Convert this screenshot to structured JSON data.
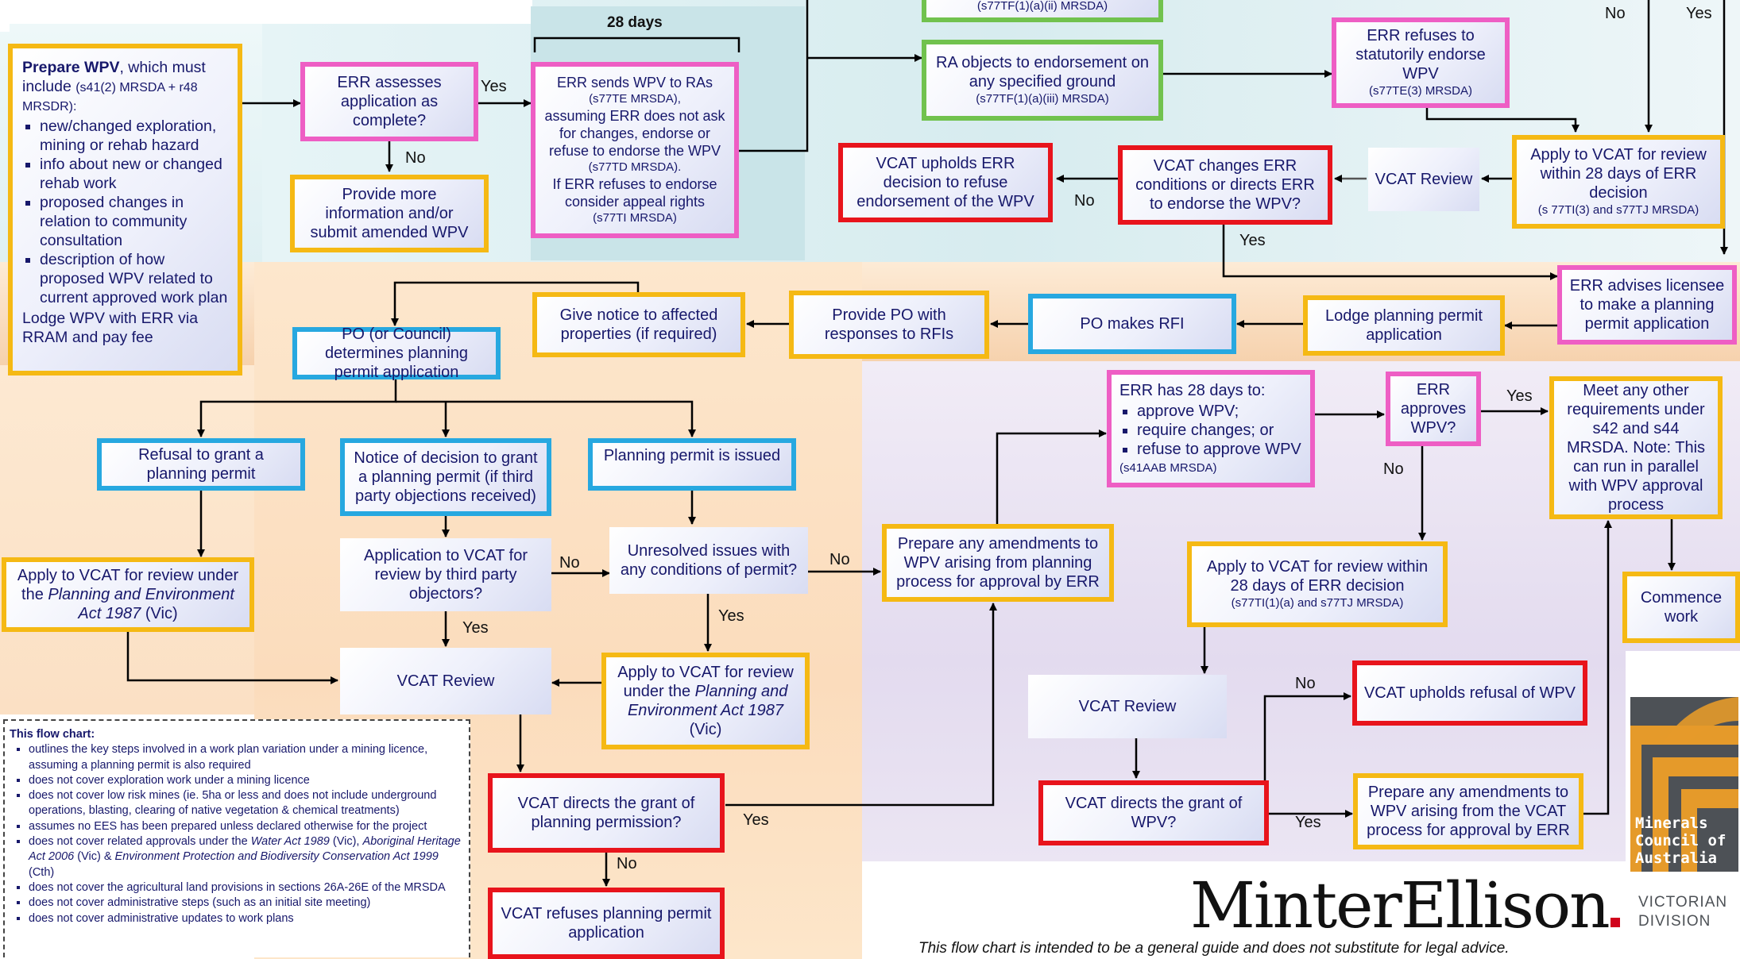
{
  "timeline": {
    "label": "28 days"
  },
  "nodes": {
    "prepare_wpv": {
      "title": "Prepare WPV",
      "title_rest": ", which must include",
      "ref": "(s41(2) MRSDA + r48 MRSDR):",
      "bullets": [
        "new/changed exploration, mining or rehab hazard",
        "info about new or changed rehab work",
        "proposed changes in relation to community consultation",
        "description of how proposed WPV related to current approved work plan"
      ],
      "footer": "Lodge WPV with ERR via RRAM and pay fee"
    },
    "err_assesses": {
      "text": "ERR assesses application as complete?"
    },
    "provide_info": {
      "text": "Provide more information and/or submit amended WPV"
    },
    "err_sends": {
      "line1": "ERR sends WPV to RAs",
      "ref1": "(s77TE MRSDA),",
      "line2": "assuming ERR does not ask for changes, endorse or refuse to endorse the WPV",
      "ref2": "(s77TD MRSDA).",
      "line3": "If ERR refuses to endorse consider appeal rights",
      "ref3": "(s77TI MRSDA)"
    },
    "top_green_partial": {
      "ref": "(s77TF(1)(a)(ii) MRSDA)"
    },
    "ra_objects": {
      "text": "RA objects to endorsement on any specified ground",
      "ref": "(s77TF(1)(a)(iii) MRSDA)"
    },
    "err_refuses": {
      "text": "ERR refuses to statutorily endorse WPV",
      "ref": "(s77TE(3) MRSDA)"
    },
    "apply_vcat_28": {
      "text": "Apply to VCAT for review within 28 days of ERR decision",
      "ref": "(s 77TI(3) and s77TJ MRSDA)"
    },
    "vcat_review_top": {
      "text": "VCAT Review"
    },
    "vcat_changes": {
      "text": "VCAT changes ERR conditions or directs ERR to endorse the WPV?"
    },
    "vcat_upholds_endorse": {
      "text": "VCAT upholds ERR decision to refuse endorsement of the WPV"
    },
    "err_advises": {
      "text": "ERR advises licensee to make a planning permit application"
    },
    "lodge_pp": {
      "text": "Lodge planning permit application"
    },
    "po_rfi": {
      "text": "PO makes RFI"
    },
    "provide_po": {
      "text": "Provide PO with responses to RFIs"
    },
    "give_notice": {
      "text": "Give notice to affected properties (if required)"
    },
    "po_determines": {
      "text": "PO (or Council) determines planning permit application"
    },
    "refusal_pp": {
      "text": "Refusal to grant a planning permit"
    },
    "notice_decision": {
      "text": "Notice of decision to grant a planning permit (if third party objections received)"
    },
    "pp_issued": {
      "text": "Planning permit is issued"
    },
    "apply_vcat_pe": {
      "text_pre": "Apply to VCAT for review under the ",
      "text_it": "Planning and Environment Act 1987",
      "text_post": " (Vic)"
    },
    "app_vcat_third": {
      "text": "Application to VCAT for review by third party objectors?"
    },
    "unresolved": {
      "text": "Unresolved issues with any conditions of permit?"
    },
    "apply_vcat_pe2": {
      "text_pre": "Apply to VCAT for review under the ",
      "text_it": "Planning and Environment Act 1987",
      "text_post": " (Vic)"
    },
    "vcat_review_mid": {
      "text": "VCAT Review"
    },
    "vcat_directs_pp": {
      "text": "VCAT directs the grant of planning permission?"
    },
    "vcat_refuses_pp": {
      "text": "VCAT refuses planning permit application"
    },
    "prepare_amend1": {
      "text": "Prepare any amendments to WPV arising from planning process for approval by ERR"
    },
    "err_28": {
      "title": "ERR has 28 days to:",
      "bullets": [
        "approve WPV;",
        "require changes; or",
        "refuse to approve WPV"
      ],
      "ref": "(s41AAB MRSDA)"
    },
    "err_approves": {
      "text": "ERR approves WPV?"
    },
    "meet_other": {
      "text": "Meet any other requirements under s42 and s44 MRSDA.  Note:  This can run in parallel with WPV approval process"
    },
    "apply_vcat_28b": {
      "text": "Apply to VCAT for review within 28 days of ERR decision",
      "ref": "(s77TI(1)(a) and s77TJ MRSDA)"
    },
    "commence": {
      "text": "Commence work"
    },
    "vcat_review_right": {
      "text": "VCAT Review"
    },
    "vcat_upholds_refusal": {
      "text": "VCAT upholds refusal of WPV"
    },
    "vcat_directs_wpv": {
      "text": "VCAT directs the grant of WPV?"
    },
    "prepare_amend2": {
      "text": "Prepare any amendments to WPV arising from the VCAT process for approval by ERR"
    }
  },
  "labels": {
    "yes": "Yes",
    "no": "No"
  },
  "note": {
    "title": "This flow chart:",
    "items": [
      "outlines the key steps involved in a work plan variation under a mining licence, assuming a planning permit is also required",
      "does not cover exploration work under a mining licence",
      "does not cover low risk mines (ie. 5ha or less and does not include underground operations, blasting, clearing of native vegetation & chemical treatments)",
      "assumes no EES has been prepared unless declared otherwise for the project"
    ],
    "item5_pre": "does not cover related approvals under the ",
    "item5_it1": "Water Act 1989",
    "item5_mid1": " (Vic), ",
    "item5_it2": "Aboriginal Heritage Act 2006",
    "item5_mid2": " (Vic) & ",
    "item5_it3": "Environment Protection and Biodiversity Conservation Act 1999",
    "item5_post": " (Cth)",
    "items_after": [
      "does not cover the agricultural land provisions in sections 26A-26E of the MRSDA",
      "does not cover administrative steps (such as an initial site meeting)",
      "does not cover administrative updates to work plans"
    ]
  },
  "branding": {
    "minter": "MinterEllison",
    "mca_line1": "Minerals",
    "mca_line2": "Council of",
    "mca_line3": "Australia",
    "mca_div1": "VICTORIAN",
    "mca_div2": "DIVISION"
  },
  "disclaimer": "This flow chart is intended to be a general guide and does not substitute for legal advice."
}
